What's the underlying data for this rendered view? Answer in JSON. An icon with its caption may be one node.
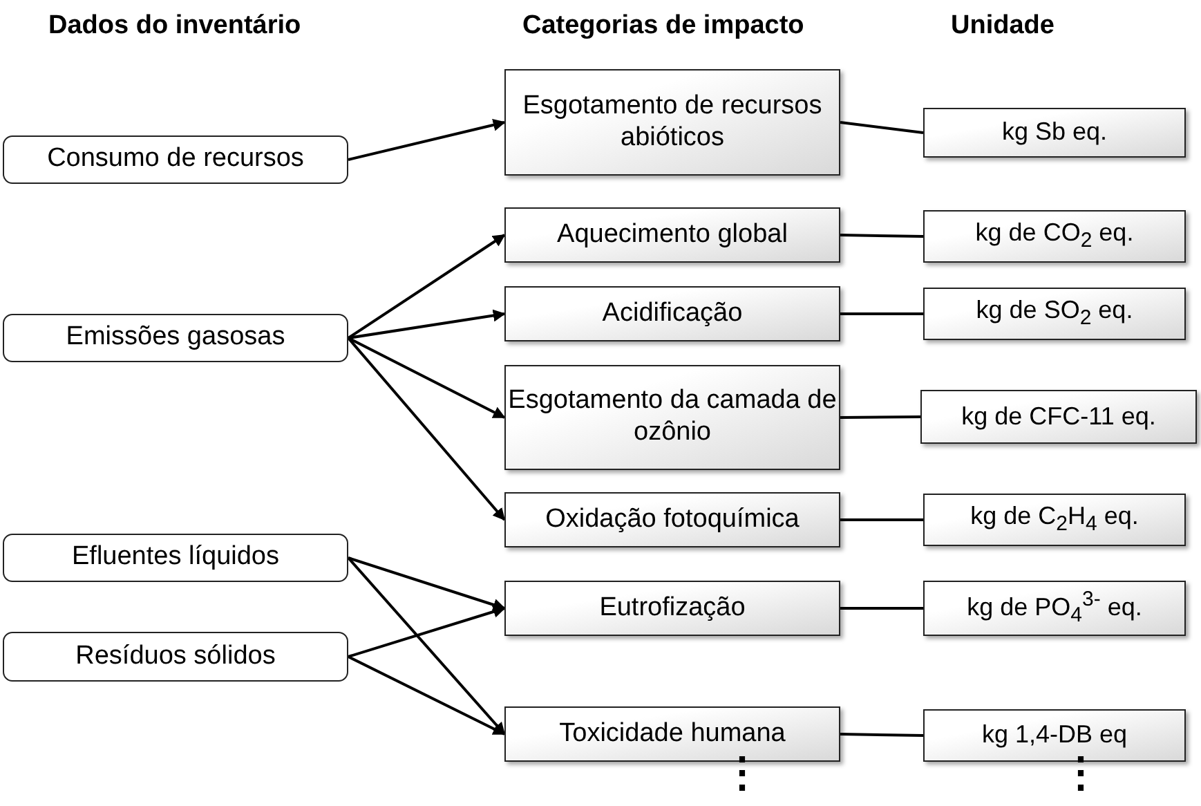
{
  "diagram": {
    "nodes": [
      {
        "text": [
          "Consumo de recursos"
        ]
      },
      {
        "text": [
          "Emissões gasosas"
        ]
      },
      {
        "text": [
          "Efluentes líquidos"
        ]
      },
      {
        "text": [
          "Resíduos sólidos"
        ]
      },
      {
        "text": [
          "Esgotamento de recursos abióticos"
        ]
      },
      {
        "text": [
          "Aquecimento global"
        ]
      },
      {
        "text": [
          "Acidificação"
        ]
      },
      {
        "text": [
          "Esgotamento da camada de ozônio"
        ]
      },
      {
        "text": [
          "Oxidação fotoquímica"
        ]
      },
      {
        "text": [
          "Eutrofização"
        ]
      },
      {
        "text": [
          "Toxicidade humana"
        ]
      },
      {
        "text": [
          "kg Sb eq."
        ]
      },
      {
        "text": [
          "kg de CO$_{2}$ eq."
        ]
      },
      {
        "text": [
          "kg de SO$_{2}$ eq."
        ]
      },
      {
        "text": [
          "kg de CFC-11 eq."
        ]
      },
      {
        "text": [
          "kg de C$_{2}$H$_{4}$ eq."
        ]
      },
      {
        "text": [
          "kg de PO$_{4}$$^{3-}$ eq."
        ]
      },
      {
        "text": [
          "kg 1,4-DB eq"
        ]
      }
    ],
    "edges": [
      {
        "from": 0,
        "to": 4,
        "arrow": "to"
      },
      {
        "from": 1,
        "to": 5,
        "arrow": "to"
      },
      {
        "from": 1,
        "to": 6,
        "arrow": "to"
      },
      {
        "from": 1,
        "to": 7,
        "arrow": "to"
      },
      {
        "from": 1,
        "to": 8,
        "arrow": "to"
      },
      {
        "from": 2,
        "to": 9,
        "arrow": "to"
      },
      {
        "from": 2,
        "to": 10,
        "arrow": "to"
      },
      {
        "from": 3,
        "to": 9,
        "arrow": "to"
      },
      {
        "from": 3,
        "to": 10,
        "arrow": "to"
      },
      {
        "from": 4,
        "to": 11,
        "arrow": "none"
      },
      {
        "from": 5,
        "to": 12,
        "arrow": "none"
      },
      {
        "from": 6,
        "to": 13,
        "arrow": "none"
      },
      {
        "from": 7,
        "to": 14,
        "arrow": "none"
      },
      {
        "from": 8,
        "to": 15,
        "arrow": "none"
      },
      {
        "from": 9,
        "to": 16,
        "arrow": "none"
      },
      {
        "from": 10,
        "to": 17,
        "arrow": "none"
      }
    ],
    "labels": [
      "Dados do inventário",
      "Categorias de impacto",
      "Unidade",
      "⋮",
      "⋮"
    ]
  }
}
